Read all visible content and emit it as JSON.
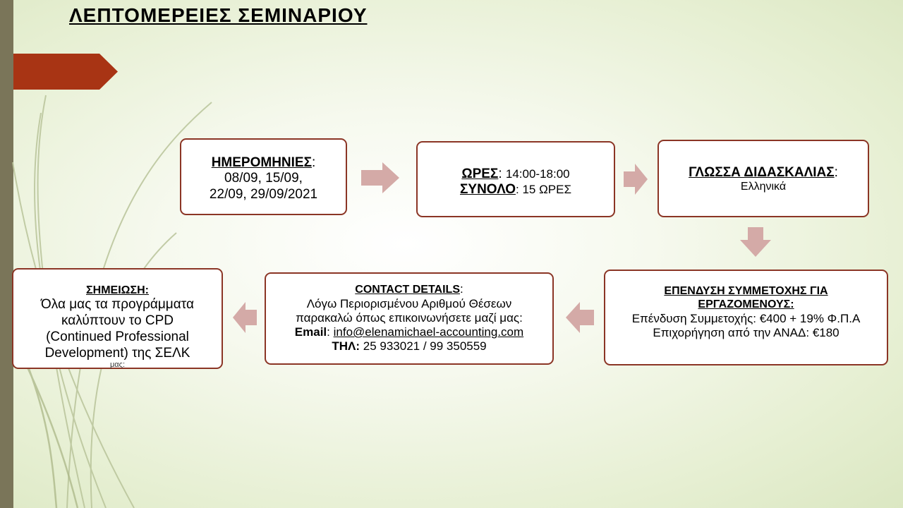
{
  "title": "ΛΕΠΤΟΜΕΡΕΙΕΣ ΣΕΜΙΝΑΡΙΟΥ",
  "colors": {
    "accent_bar": "#7a7559",
    "tab_red": "#a83414",
    "box_border": "#8b3525",
    "arrow": "#d4aaa7"
  },
  "dates": {
    "label": "ΗΜΕΡΟΜΗΝΙΕΣ",
    "line1": "08/09, 15/09,",
    "line2": "22/09, 29/09/2021"
  },
  "hours": {
    "label": "ΩΡΕΣ",
    "value": "14:00-18:00",
    "total_label": "ΣΥΝΟΛΟ",
    "total_value": "15 ΩΡΕΣ"
  },
  "language": {
    "label": "ΓΛΩΣΣΑ ΔΙΔΑΣΚΑΛΙΑΣ",
    "value": "Ελληνικά"
  },
  "cost": {
    "label": "ΕΠΕΝΔΥΣΗ ΣΥΜΜΕΤΟΧΗΣ ΓΙΑ ΕΡΓΑΖΟΜΕΝΟΥΣ:",
    "line1": "Επένδυση Συμμετοχής: €400 + 19% Φ.Π.Α",
    "line2": "Επιχορήγηση από την ΑΝΑΔ: €180"
  },
  "contact": {
    "label": "CONTACT DETAILS",
    "line1": "Λόγω Περιορισμένου Αριθμού Θέσεων",
    "line2": "παρακαλώ όπως επικοινωνήσετε μαζί μας:",
    "email_label": "Email",
    "email": "info@elenamichael-accounting.com",
    "phone_label": "ΤΗΛ:",
    "phone": "25 933021 / 99 350559"
  },
  "note": {
    "label": "ΣΗΜΕΙΩΣΗ:",
    "line1": "Όλα μας τα προγράμματα",
    "line2": "καλύπτουν το CPD",
    "line3": "(Continued Professional",
    "line4": "Development) της ΣΕΛΚ",
    "overflow": "μας:"
  }
}
